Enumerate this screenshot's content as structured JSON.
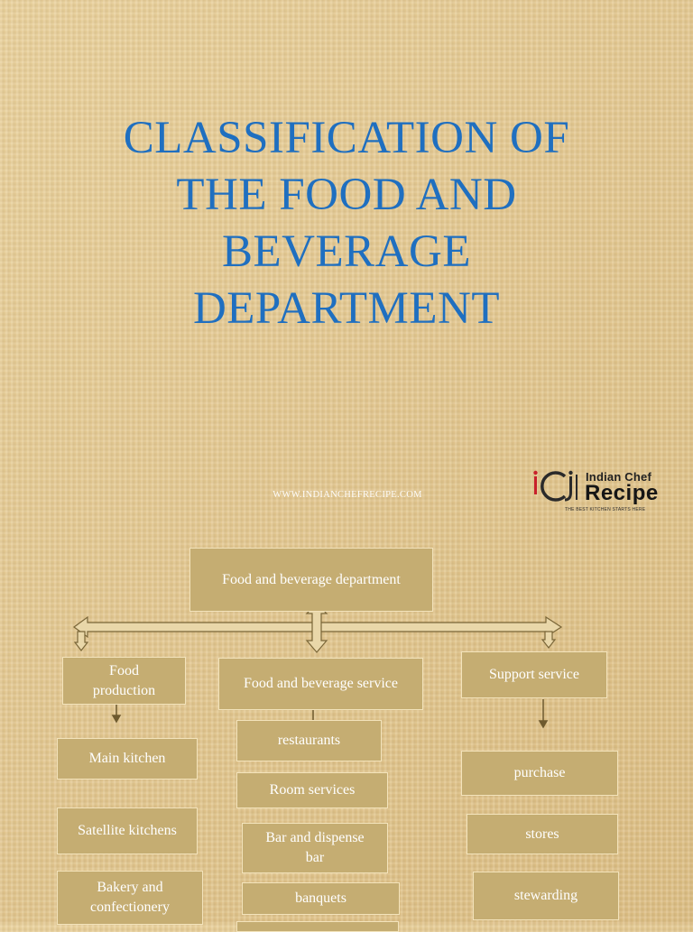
{
  "title": {
    "line1": "CLASSIFICATION OF",
    "line2": "THE FOOD AND",
    "line3": "BEVERAGE",
    "line4": "DEPARTMENT"
  },
  "website": "WWW.INDIANCHEFRECIPE.COM",
  "logo": {
    "line1": "Indian Chef",
    "line2": "Recipe",
    "tagline": "THE BEST KITCHEN STARTS HERE"
  },
  "chart": {
    "root": "Food and beverage department",
    "branches": {
      "food_production": "Food production",
      "fb_service": "Food and beverage service",
      "support_service": "Support service"
    },
    "food_production_items": [
      "Main kitchen",
      "Satellite kitchens",
      "Bakery and confectionery"
    ],
    "fb_service_items": [
      "restaurants",
      "Room services",
      "Bar and dispense bar",
      "banquets"
    ],
    "support_service_items": [
      "purchase",
      "stores",
      "stewarding"
    ]
  },
  "colors": {
    "title": "#1f6fc0",
    "box_fill": "#c5ad72",
    "box_border": "#f3e3bb",
    "box_text": "#ffffff",
    "logo_accent": "#c8202b"
  }
}
